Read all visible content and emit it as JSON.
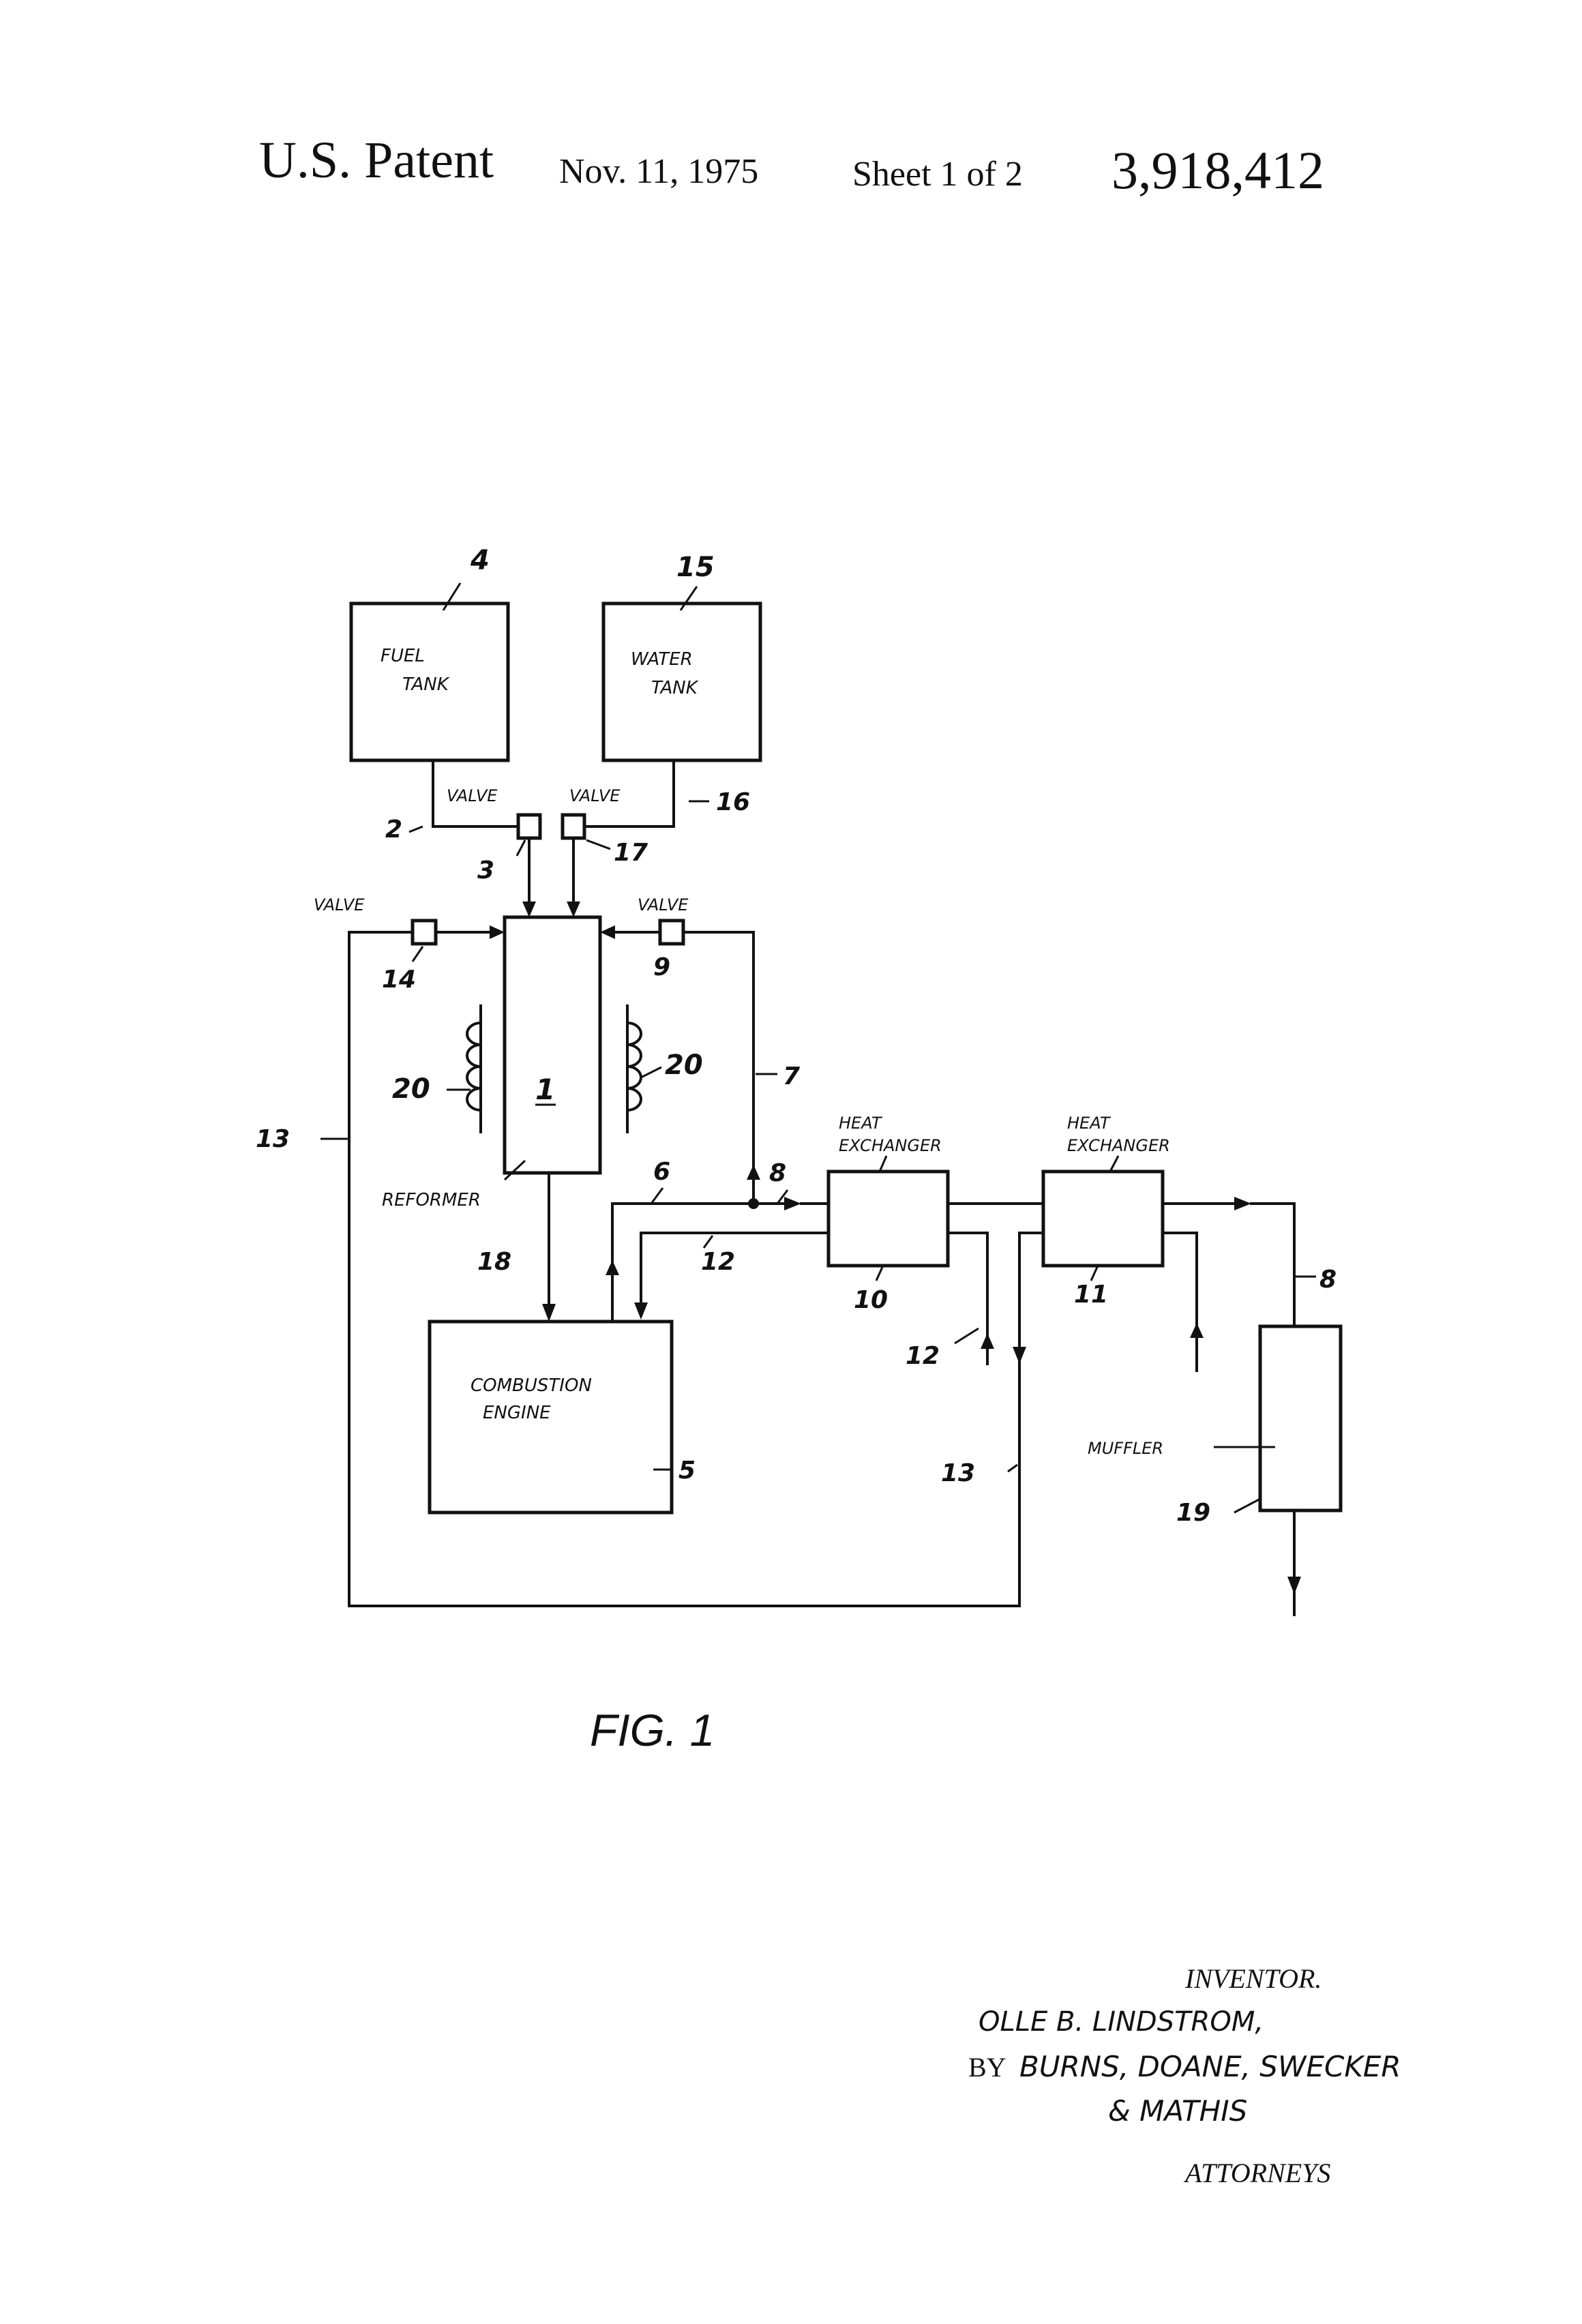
{
  "header": {
    "title": "U.S. Patent",
    "date": "Nov. 11, 1975",
    "sheet": "Sheet 1 of 2",
    "patent_number": "3,918,412"
  },
  "diagram": {
    "fuel_tank": {
      "ref": "4",
      "label_line1": "FUEL",
      "label_line2": "TANK"
    },
    "water_tank": {
      "ref": "15",
      "label_line1": "WATER",
      "label_line2": "TANK"
    },
    "valve_3": {
      "ref": "3",
      "label": "VALVE"
    },
    "valve_17": {
      "ref": "17",
      "label": "VALVE"
    },
    "valve_14": {
      "ref": "14",
      "label": "VALVE"
    },
    "valve_9": {
      "ref": "9",
      "label": "VALVE"
    },
    "reformer": {
      "ref": "1",
      "label": "REFORMER"
    },
    "coil_left_ref": "20",
    "coil_right_ref": "20",
    "engine": {
      "ref": "5",
      "label_line1": "COMBUSTION",
      "label_line2": "ENGINE"
    },
    "heat_exchanger_10": {
      "ref": "10",
      "label_line1": "HEAT",
      "label_line2": "EXCHANGER"
    },
    "heat_exchanger_11": {
      "ref": "11",
      "label_line1": "HEAT",
      "label_line2": "EXCHANGER"
    },
    "muffler": {
      "ref": "19",
      "label": "MUFFLER"
    },
    "refs": {
      "line_2": "2",
      "line_16": "16",
      "line_7": "7",
      "line_6": "6",
      "line_8a": "8",
      "line_8b": "8",
      "line_12a": "12",
      "line_12b": "12",
      "line_18": "18",
      "line_13a": "13",
      "line_13b": "13"
    },
    "figure_label": "FIG. 1"
  },
  "signature": {
    "inventor_label": "INVENTOR.",
    "inventor_name": "OLLE B. LINDSTROM,",
    "by": "BY",
    "firm_line1": "BURNS, DOANE, SWECKER",
    "firm_line2": "& MATHIS",
    "attorneys_label": "ATTORNEYS"
  }
}
